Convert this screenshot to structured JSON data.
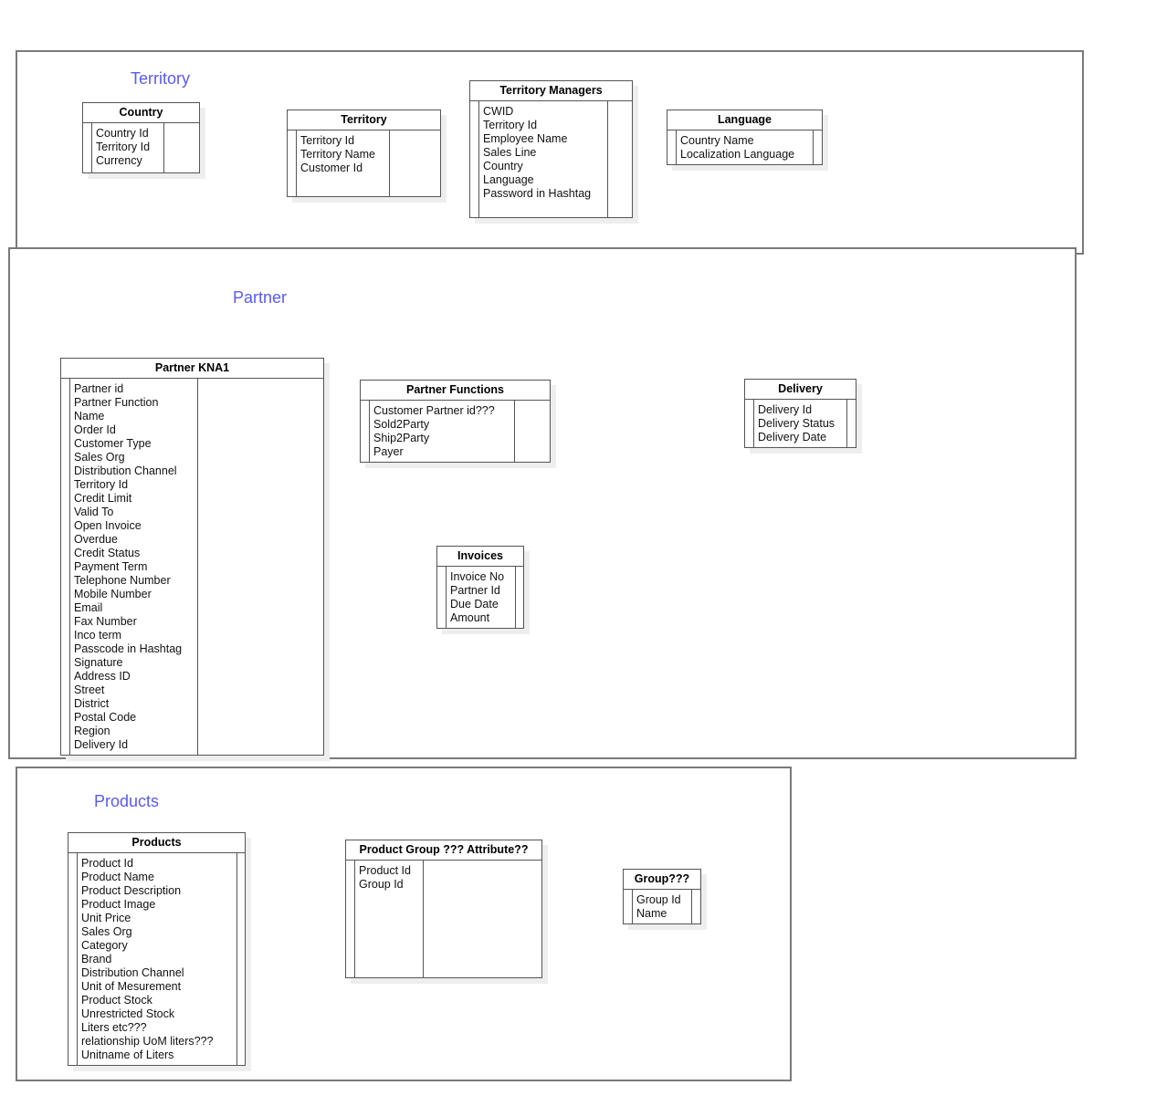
{
  "groups": {
    "territory": {
      "label": "Territory"
    },
    "partner": {
      "label": "Partner"
    },
    "products": {
      "label": "Products"
    }
  },
  "entities": {
    "country": {
      "title": "Country",
      "fields": [
        "Country Id",
        "Territory Id",
        "Currency"
      ]
    },
    "territory": {
      "title": "Territory",
      "fields": [
        "Territory Id",
        "Territory Name",
        "Customer Id"
      ]
    },
    "territory_managers": {
      "title": "Territory Managers",
      "fields": [
        "CWID",
        "Territory Id",
        "Employee Name",
        "Sales Line",
        "Country",
        "Language",
        "Password in Hashtag"
      ]
    },
    "language": {
      "title": "Language",
      "fields": [
        "Country Name",
        "Localization Language"
      ]
    },
    "partner_kna1": {
      "title": "Partner KNA1",
      "fields": [
        "Partner id",
        "Partner Function",
        "Name",
        "Order Id",
        "Customer Type",
        "Sales Org",
        "Distribution Channel",
        "Territory Id",
        "Credit Limit",
        "Valid To",
        "Open Invoice",
        "Overdue",
        "Credit Status",
        "Payment Term",
        "Telephone Number",
        "Mobile Number",
        "Email",
        "Fax Number",
        "Inco term",
        "Passcode in Hashtag",
        "Signature",
        "Address ID",
        "Street",
        "District",
        "Postal Code",
        "Region",
        "Delivery Id"
      ]
    },
    "partner_functions": {
      "title": "Partner Functions",
      "fields": [
        "Customer Partner id???",
        "Sold2Party",
        "Ship2Party",
        "Payer"
      ]
    },
    "delivery": {
      "title": "Delivery",
      "fields": [
        "Delivery Id",
        "Delivery Status",
        "Delivery Date"
      ]
    },
    "invoices": {
      "title": "Invoices",
      "fields": [
        "Invoice No",
        "Partner Id",
        "Due Date",
        "Amount"
      ]
    },
    "products": {
      "title": "Products",
      "fields": [
        "Product Id",
        "Product Name",
        "Product Description",
        "Product Image",
        "Unit Price",
        "Sales Org",
        "Category",
        "Brand",
        "Distribution Channel",
        "Unit of Mesurement",
        "Product Stock",
        "Unrestricted Stock",
        "Liters etc???",
        "relationship UoM liters???",
        "Unitname of Liters"
      ]
    },
    "product_group_attribute": {
      "title": "Product Group ??? Attribute??",
      "fields": [
        "Product Id",
        "Group Id"
      ]
    },
    "group": {
      "title": "Group???",
      "fields": [
        "Group Id",
        "Name"
      ]
    }
  },
  "colors": {
    "group_label": "#5a5af0",
    "group_border": "#7a7a7a",
    "entity_border": "#555555",
    "shadow": "#eeeeee"
  }
}
